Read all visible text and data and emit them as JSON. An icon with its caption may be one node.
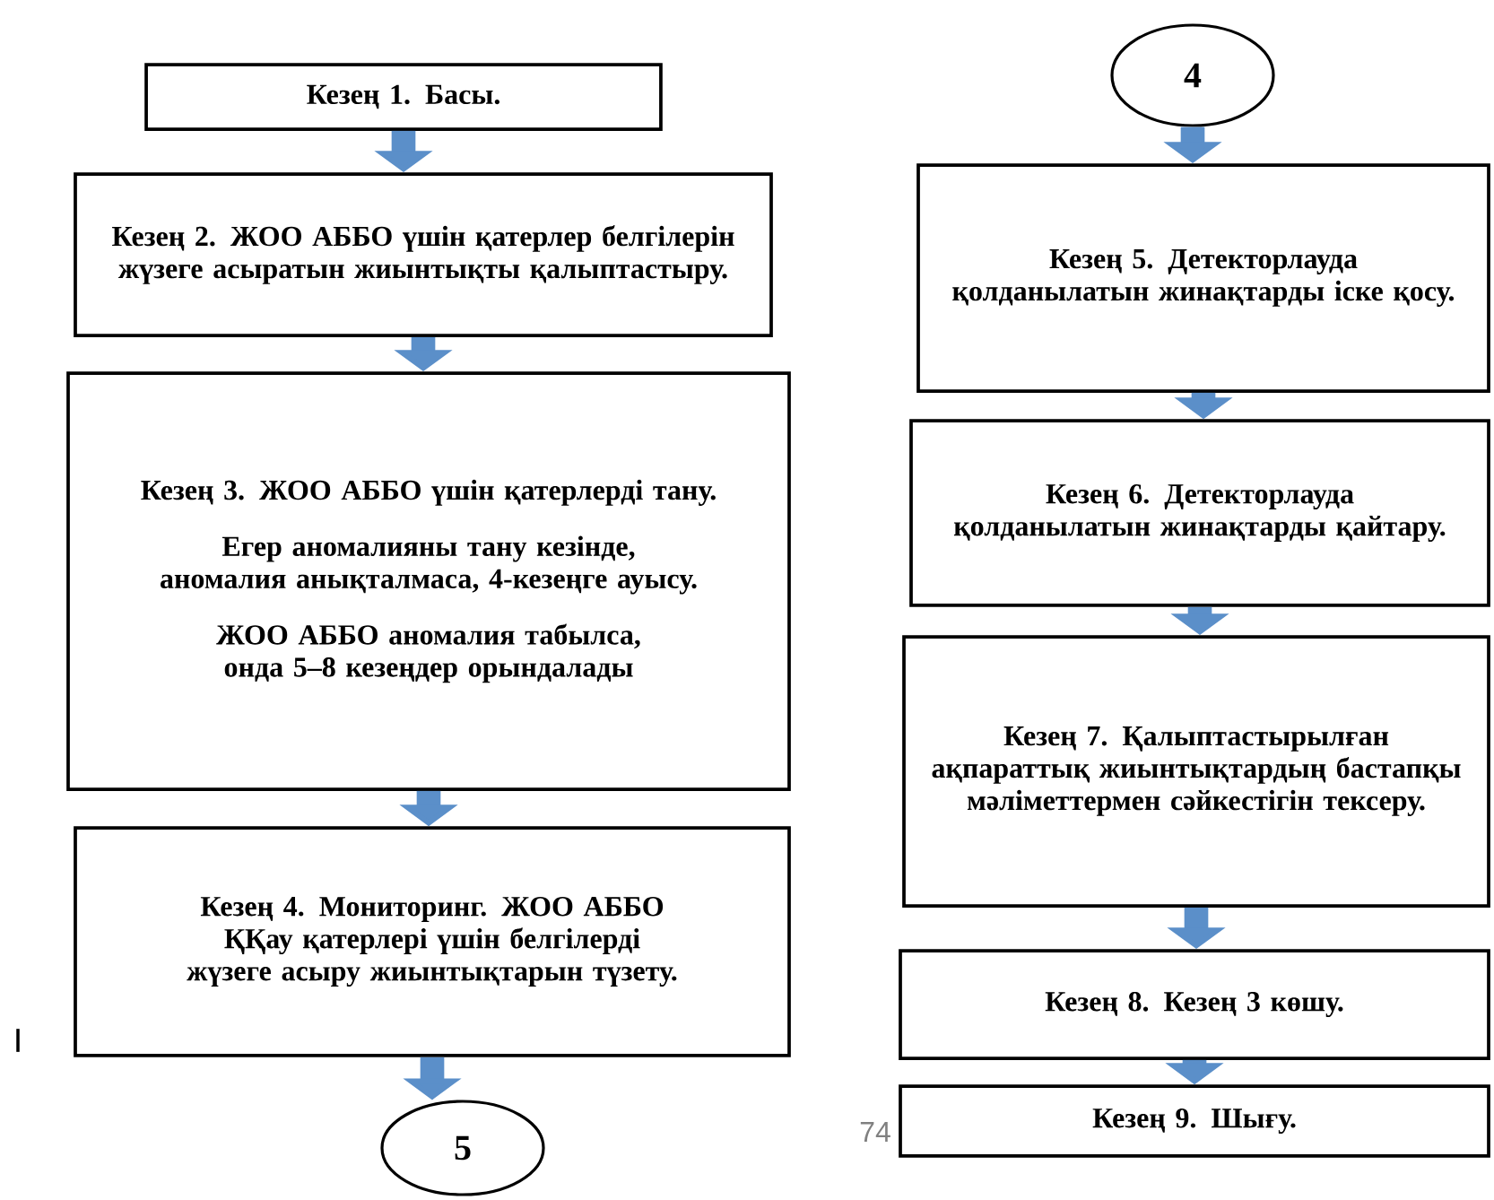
{
  "diagram": {
    "nodes": [
      {
        "text": [
          "Кезең 1. Басы."
        ]
      },
      {
        "text": [
          "Кезең 2. ЖОО АББО үшін қатерлер белгілерін жүзеге асыратын жиынтықты қалыптастыру."
        ]
      },
      {
        "text": [
          "Кезең 3. ЖОО АББО үшін қатерлерді тану.",
          "Егер аномалияны тану кезінде, аномалия анықталмаса, 4-кезеңге ауысу.",
          "ЖОО АББО аномалия табылса, онда 5–8 кезеңдер орындалады"
        ]
      },
      {
        "text": [
          "Кезең 4. Мониторинг. ЖОО АББО ҚҚау қатерлері үшін белгілерді жүзеге асыру жиынтықтарын түзету."
        ]
      },
      {
        "text": [
          "5"
        ]
      },
      {
        "text": [
          "4"
        ]
      },
      {
        "text": [
          "Кезең 5. Детекторлауда қолданылатын жинақтарды іске қосу."
        ]
      },
      {
        "text": [
          "Кезең 6. Детекторлауда қолданылатын жинақтарды қайтару."
        ]
      },
      {
        "text": [
          "Кезең 7. Қалыптастырылған ақпараттық жиынтықтардың бастапқы мәліметтермен сәйкестігін тексеру."
        ]
      },
      {
        "text": [
          "Кезең 8. Кезең 3 көшу."
        ]
      },
      {
        "text": [
          "Кезең 9. Шығу."
        ]
      }
    ],
    "edges": [
      {
        "from": 0,
        "to": 1,
        "arrow": "to"
      },
      {
        "from": 1,
        "to": 2,
        "arrow": "to"
      },
      {
        "from": 2,
        "to": 3,
        "arrow": "to"
      },
      {
        "from": 3,
        "to": 4,
        "arrow": "to"
      },
      {
        "from": 5,
        "to": 6,
        "arrow": "to"
      },
      {
        "from": 6,
        "to": 7,
        "arrow": "to"
      },
      {
        "from": 7,
        "to": 8,
        "arrow": "to"
      },
      {
        "from": 8,
        "to": 9,
        "arrow": "to"
      },
      {
        "from": 9,
        "to": 10,
        "arrow": "to"
      }
    ],
    "labels": [
      "I",
      "74"
    ]
  }
}
